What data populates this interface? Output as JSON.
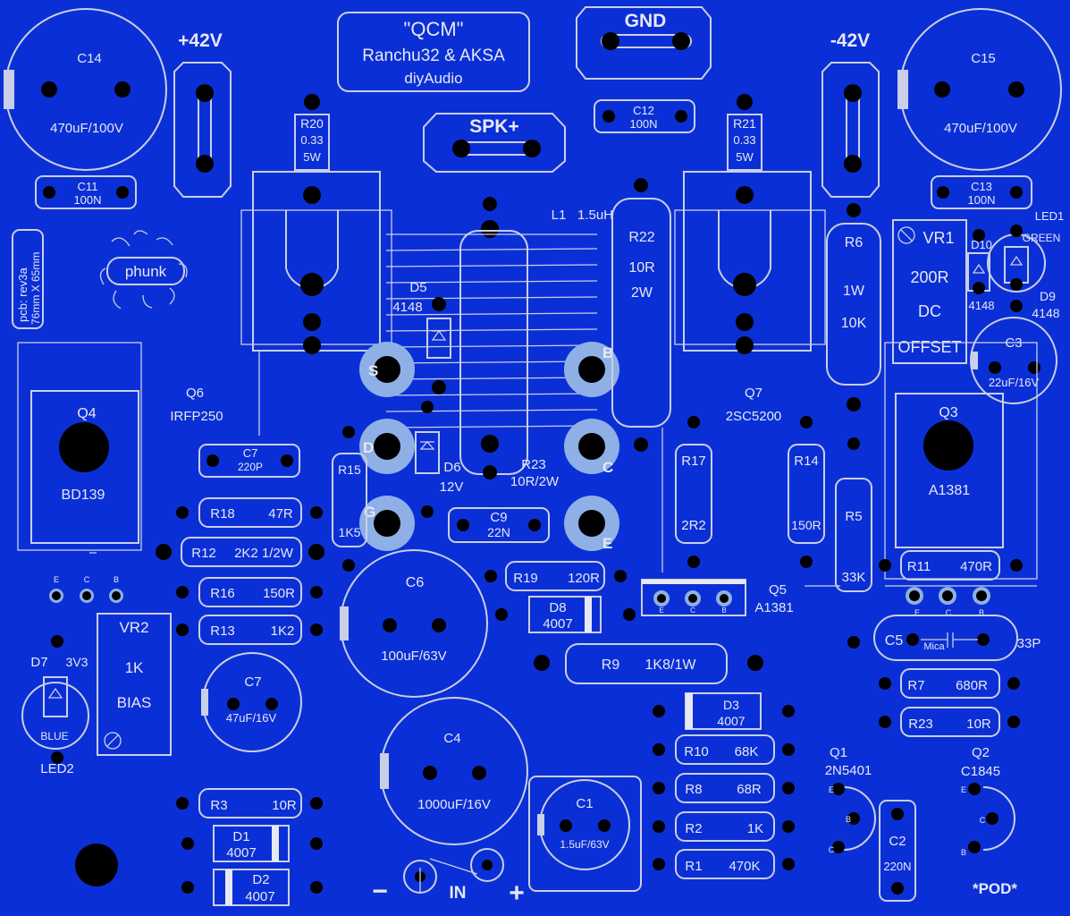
{
  "board": {
    "background": "#0b2fd6",
    "silk_color": "#e6e9f4",
    "pad_color": "#000000",
    "ring_color": "#8fb0e6"
  },
  "title": {
    "name": "\"QCM\"",
    "line2": "Ranchu32 & AKSA",
    "line3": "diyAudio"
  },
  "pcb_info": {
    "line1": "pcb: rev3a",
    "line2": "76mm X 65mm"
  },
  "logo": {
    "text": "phunk"
  },
  "terminals": {
    "pos": "+42V",
    "neg": "-42V",
    "gnd": "GND",
    "spk": "SPK+",
    "in": "IN",
    "minus": "−",
    "plus": "+"
  },
  "pod": "*POD*",
  "parts": {
    "C14": {
      "ref": "C14",
      "value": "470uF/100V"
    },
    "C15": {
      "ref": "C15",
      "value": "470uF/100V"
    },
    "C11": {
      "ref": "C11",
      "value": "100N"
    },
    "C12": {
      "ref": "C12",
      "value": "100N"
    },
    "C13": {
      "ref": "C13",
      "value": "100N"
    },
    "R20": {
      "ref": "R20",
      "value": "0.33",
      "power": "5W"
    },
    "R21": {
      "ref": "R21",
      "value": "0.33",
      "power": "5W"
    },
    "L1": {
      "ref": "L1",
      "value": "1.5uH"
    },
    "R22": {
      "ref": "R22",
      "value": "10R",
      "power": "2W"
    },
    "R6": {
      "ref": "R6",
      "power": "1W",
      "value": "10K"
    },
    "VR1": {
      "ref": "VR1",
      "value": "200R",
      "line3": "DC",
      "line4": "OFFSET"
    },
    "D10": {
      "ref": "D10",
      "value": "4148"
    },
    "D9": {
      "ref": "D9",
      "value": "4148"
    },
    "LED1": {
      "ref": "LED1",
      "color": "GREEN"
    },
    "D5": {
      "ref": "D5",
      "value": "4148"
    },
    "D6": {
      "ref": "D6",
      "value": "12V"
    },
    "R23a": {
      "ref": "R23",
      "value": "10R/2W"
    },
    "Q6": {
      "ref": "Q6",
      "value": "IRFP250"
    },
    "Q7": {
      "ref": "Q7",
      "value": "2SC5200"
    },
    "Q4": {
      "ref": "Q4",
      "value": "BD139"
    },
    "Q3": {
      "ref": "Q3",
      "value": "A1381"
    },
    "C3": {
      "ref": "C3",
      "value": "22uF/16V"
    },
    "C7a": {
      "ref": "C7",
      "value": "220P"
    },
    "R15": {
      "ref": "R15",
      "value": "1K5"
    },
    "R17": {
      "ref": "R17",
      "value": "2R2"
    },
    "R14": {
      "ref": "R14",
      "value": "150R"
    },
    "R5": {
      "ref": "R5",
      "value": "33K"
    },
    "C9": {
      "ref": "C9",
      "value": "22N"
    },
    "R18": {
      "ref": "R18",
      "value": "47R"
    },
    "R12": {
      "ref": "R12",
      "value": "2K2 1/2W"
    },
    "R16": {
      "ref": "R16",
      "value": "150R"
    },
    "R13": {
      "ref": "R13",
      "value": "1K2"
    },
    "R11": {
      "ref": "R11",
      "value": "470R"
    },
    "C6": {
      "ref": "C6",
      "value": "100uF/63V"
    },
    "R19": {
      "ref": "R19",
      "value": "120R"
    },
    "D8": {
      "ref": "D8",
      "value": "4007"
    },
    "Q5": {
      "ref": "Q5",
      "value": "A1381"
    },
    "R9": {
      "ref": "R9",
      "value": "1K8/1W"
    },
    "C5": {
      "ref": "C5",
      "type": "Mica",
      "value": "33P"
    },
    "R7": {
      "ref": "R7",
      "value": "680R"
    },
    "R23b": {
      "ref": "R23",
      "value": "10R"
    },
    "VR2": {
      "ref": "VR2",
      "value": "1K",
      "line3": "BIAS"
    },
    "D7": {
      "ref": "D7",
      "value": "3V3"
    },
    "LED2": {
      "ref": "LED2",
      "color": "BLUE"
    },
    "C7b": {
      "ref": "C7",
      "value": "47uF/16V"
    },
    "C4": {
      "ref": "C4",
      "value": "1000uF/16V"
    },
    "D3": {
      "ref": "D3",
      "value": "4007"
    },
    "R10": {
      "ref": "R10",
      "value": "68K"
    },
    "R8": {
      "ref": "R8",
      "value": "68R"
    },
    "R2": {
      "ref": "R2",
      "value": "1K"
    },
    "R1": {
      "ref": "R1",
      "value": "470K"
    },
    "C1": {
      "ref": "C1",
      "value": "1.5uF/63V"
    },
    "R3": {
      "ref": "R3",
      "value": "10R"
    },
    "D1": {
      "ref": "D1",
      "value": "4007"
    },
    "D2": {
      "ref": "D2",
      "value": "4007"
    },
    "Q1": {
      "ref": "Q1",
      "value": "2N5401"
    },
    "Q2": {
      "ref": "Q2",
      "value": "C1845"
    },
    "C2": {
      "ref": "C2",
      "value": "220N"
    }
  },
  "pin_labels": {
    "e": "E",
    "c": "C",
    "b": "B",
    "s": "S",
    "d": "D",
    "g": "G"
  }
}
